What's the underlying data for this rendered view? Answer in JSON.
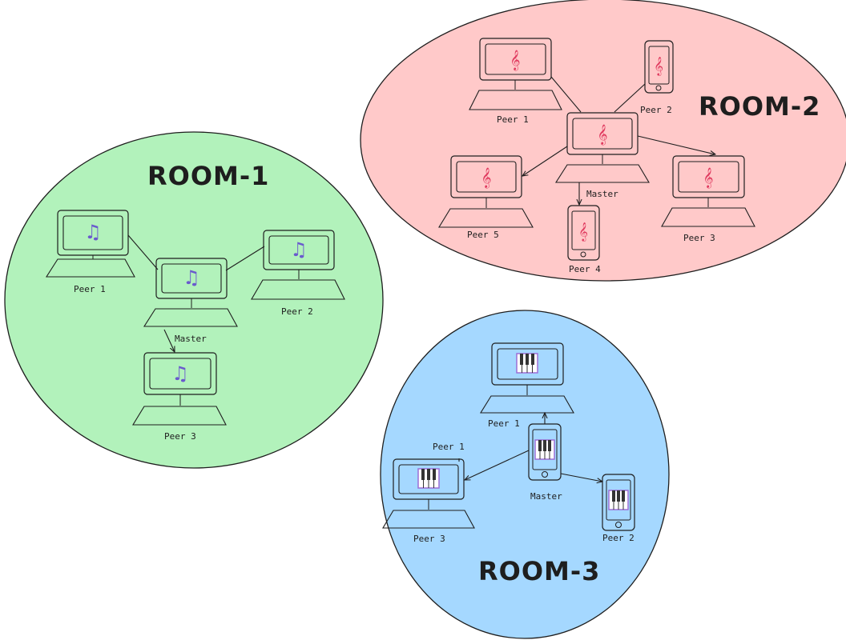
{
  "diagram": {
    "rooms": [
      {
        "title": "ROOM-1",
        "fill": "#b2f2bb",
        "app_icon": "music-notes-icon",
        "app_color": "#6a5acd",
        "devices": [
          {
            "label": "Peer 1",
            "kind": "desktop"
          },
          {
            "label": "Master",
            "kind": "desktop"
          },
          {
            "label": "Peer 2",
            "kind": "desktop"
          },
          {
            "label": "Peer 3",
            "kind": "desktop"
          }
        ]
      },
      {
        "title": "ROOM-2",
        "fill": "#ffc9c9",
        "app_icon": "guitar-icon",
        "app_color": "#e03a5f",
        "devices": [
          {
            "label": "Peer 1",
            "kind": "desktop"
          },
          {
            "label": "Peer 2",
            "kind": "phone"
          },
          {
            "label": "Master",
            "kind": "desktop"
          },
          {
            "label": "Peer 5",
            "kind": "desktop"
          },
          {
            "label": "Peer 3",
            "kind": "desktop"
          },
          {
            "label": "Peer 4",
            "kind": "phone"
          }
        ]
      },
      {
        "title": "ROOM-3",
        "fill": "#a5d8ff",
        "app_icon": "piano-keys-icon",
        "app_color": "#9c6fd6",
        "devices": [
          {
            "label": "Peer 1",
            "kind": "desktop"
          },
          {
            "label": "Peer 1",
            "kind": "desktop"
          },
          {
            "label": "Master",
            "kind": "phone"
          },
          {
            "label": "Peer 3",
            "kind": "desktop"
          },
          {
            "label": "Peer 2",
            "kind": "phone"
          }
        ]
      }
    ]
  }
}
